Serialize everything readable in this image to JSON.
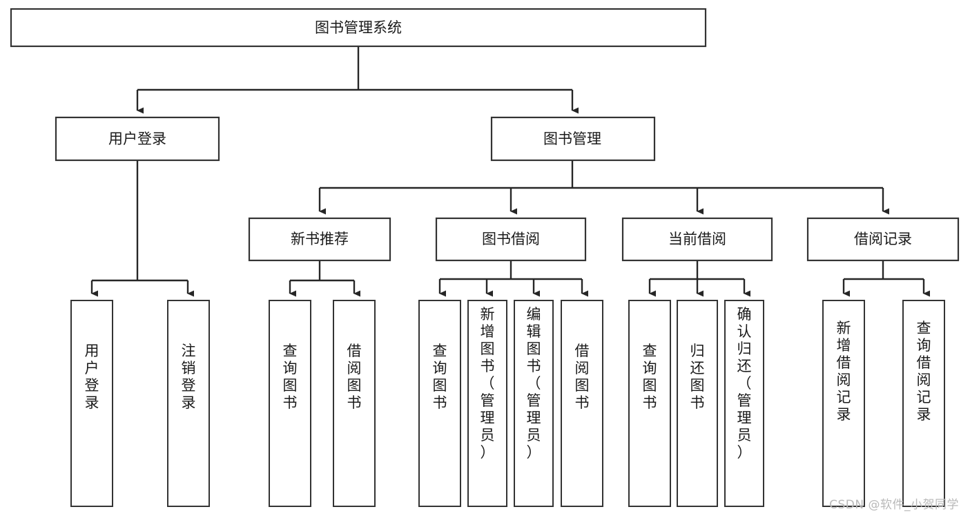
{
  "diagram": {
    "type": "tree-hierarchy",
    "title": "图书管理系统",
    "watermark": "CSDN @软件_小贺同学",
    "root": {
      "id": "root",
      "label": "图书管理系统"
    },
    "level2": [
      {
        "id": "user-login",
        "label": "用户登录"
      },
      {
        "id": "book-manage",
        "label": "图书管理"
      }
    ],
    "level3": [
      {
        "id": "new-book-recommend",
        "label": "新书推荐",
        "parent": "book-manage"
      },
      {
        "id": "book-borrow",
        "label": "图书借阅",
        "parent": "book-manage"
      },
      {
        "id": "current-borrow",
        "label": "当前借阅",
        "parent": "book-manage"
      },
      {
        "id": "borrow-record",
        "label": "借阅记录",
        "parent": "book-manage"
      }
    ],
    "leaves": [
      {
        "id": "leaf-user-login",
        "label": "用户登录",
        "parent": "user-login"
      },
      {
        "id": "leaf-user-logout",
        "label": "注销登录",
        "parent": "user-login"
      },
      {
        "id": "leaf-query-book-1",
        "label": "查询图书",
        "parent": "new-book-recommend"
      },
      {
        "id": "leaf-borrow-book-1",
        "label": "借阅图书",
        "parent": "new-book-recommend"
      },
      {
        "id": "leaf-query-book-2",
        "label": "查询图书",
        "parent": "book-borrow"
      },
      {
        "id": "leaf-add-book",
        "label": "新增图书（管理员）",
        "parent": "book-borrow"
      },
      {
        "id": "leaf-edit-book",
        "label": "编辑图书（管理员）",
        "parent": "book-borrow"
      },
      {
        "id": "leaf-borrow-book-2",
        "label": "借阅图书",
        "parent": "book-borrow"
      },
      {
        "id": "leaf-query-book-3",
        "label": "查询图书",
        "parent": "current-borrow"
      },
      {
        "id": "leaf-return-book",
        "label": "归还图书",
        "parent": "current-borrow"
      },
      {
        "id": "leaf-confirm-return",
        "label": "确认归还（管理员）",
        "parent": "current-borrow"
      },
      {
        "id": "leaf-add-record",
        "label": "新增借阅记录",
        "parent": "borrow-record"
      },
      {
        "id": "leaf-query-record",
        "label": "查询借阅记录",
        "parent": "borrow-record"
      }
    ],
    "colors": {
      "box_stroke": "#333333",
      "box_fill": "#ffffff",
      "connector": "#262626",
      "text": "#1a1a1a",
      "watermark": "#b9b9b9",
      "background": "#ffffff"
    }
  }
}
